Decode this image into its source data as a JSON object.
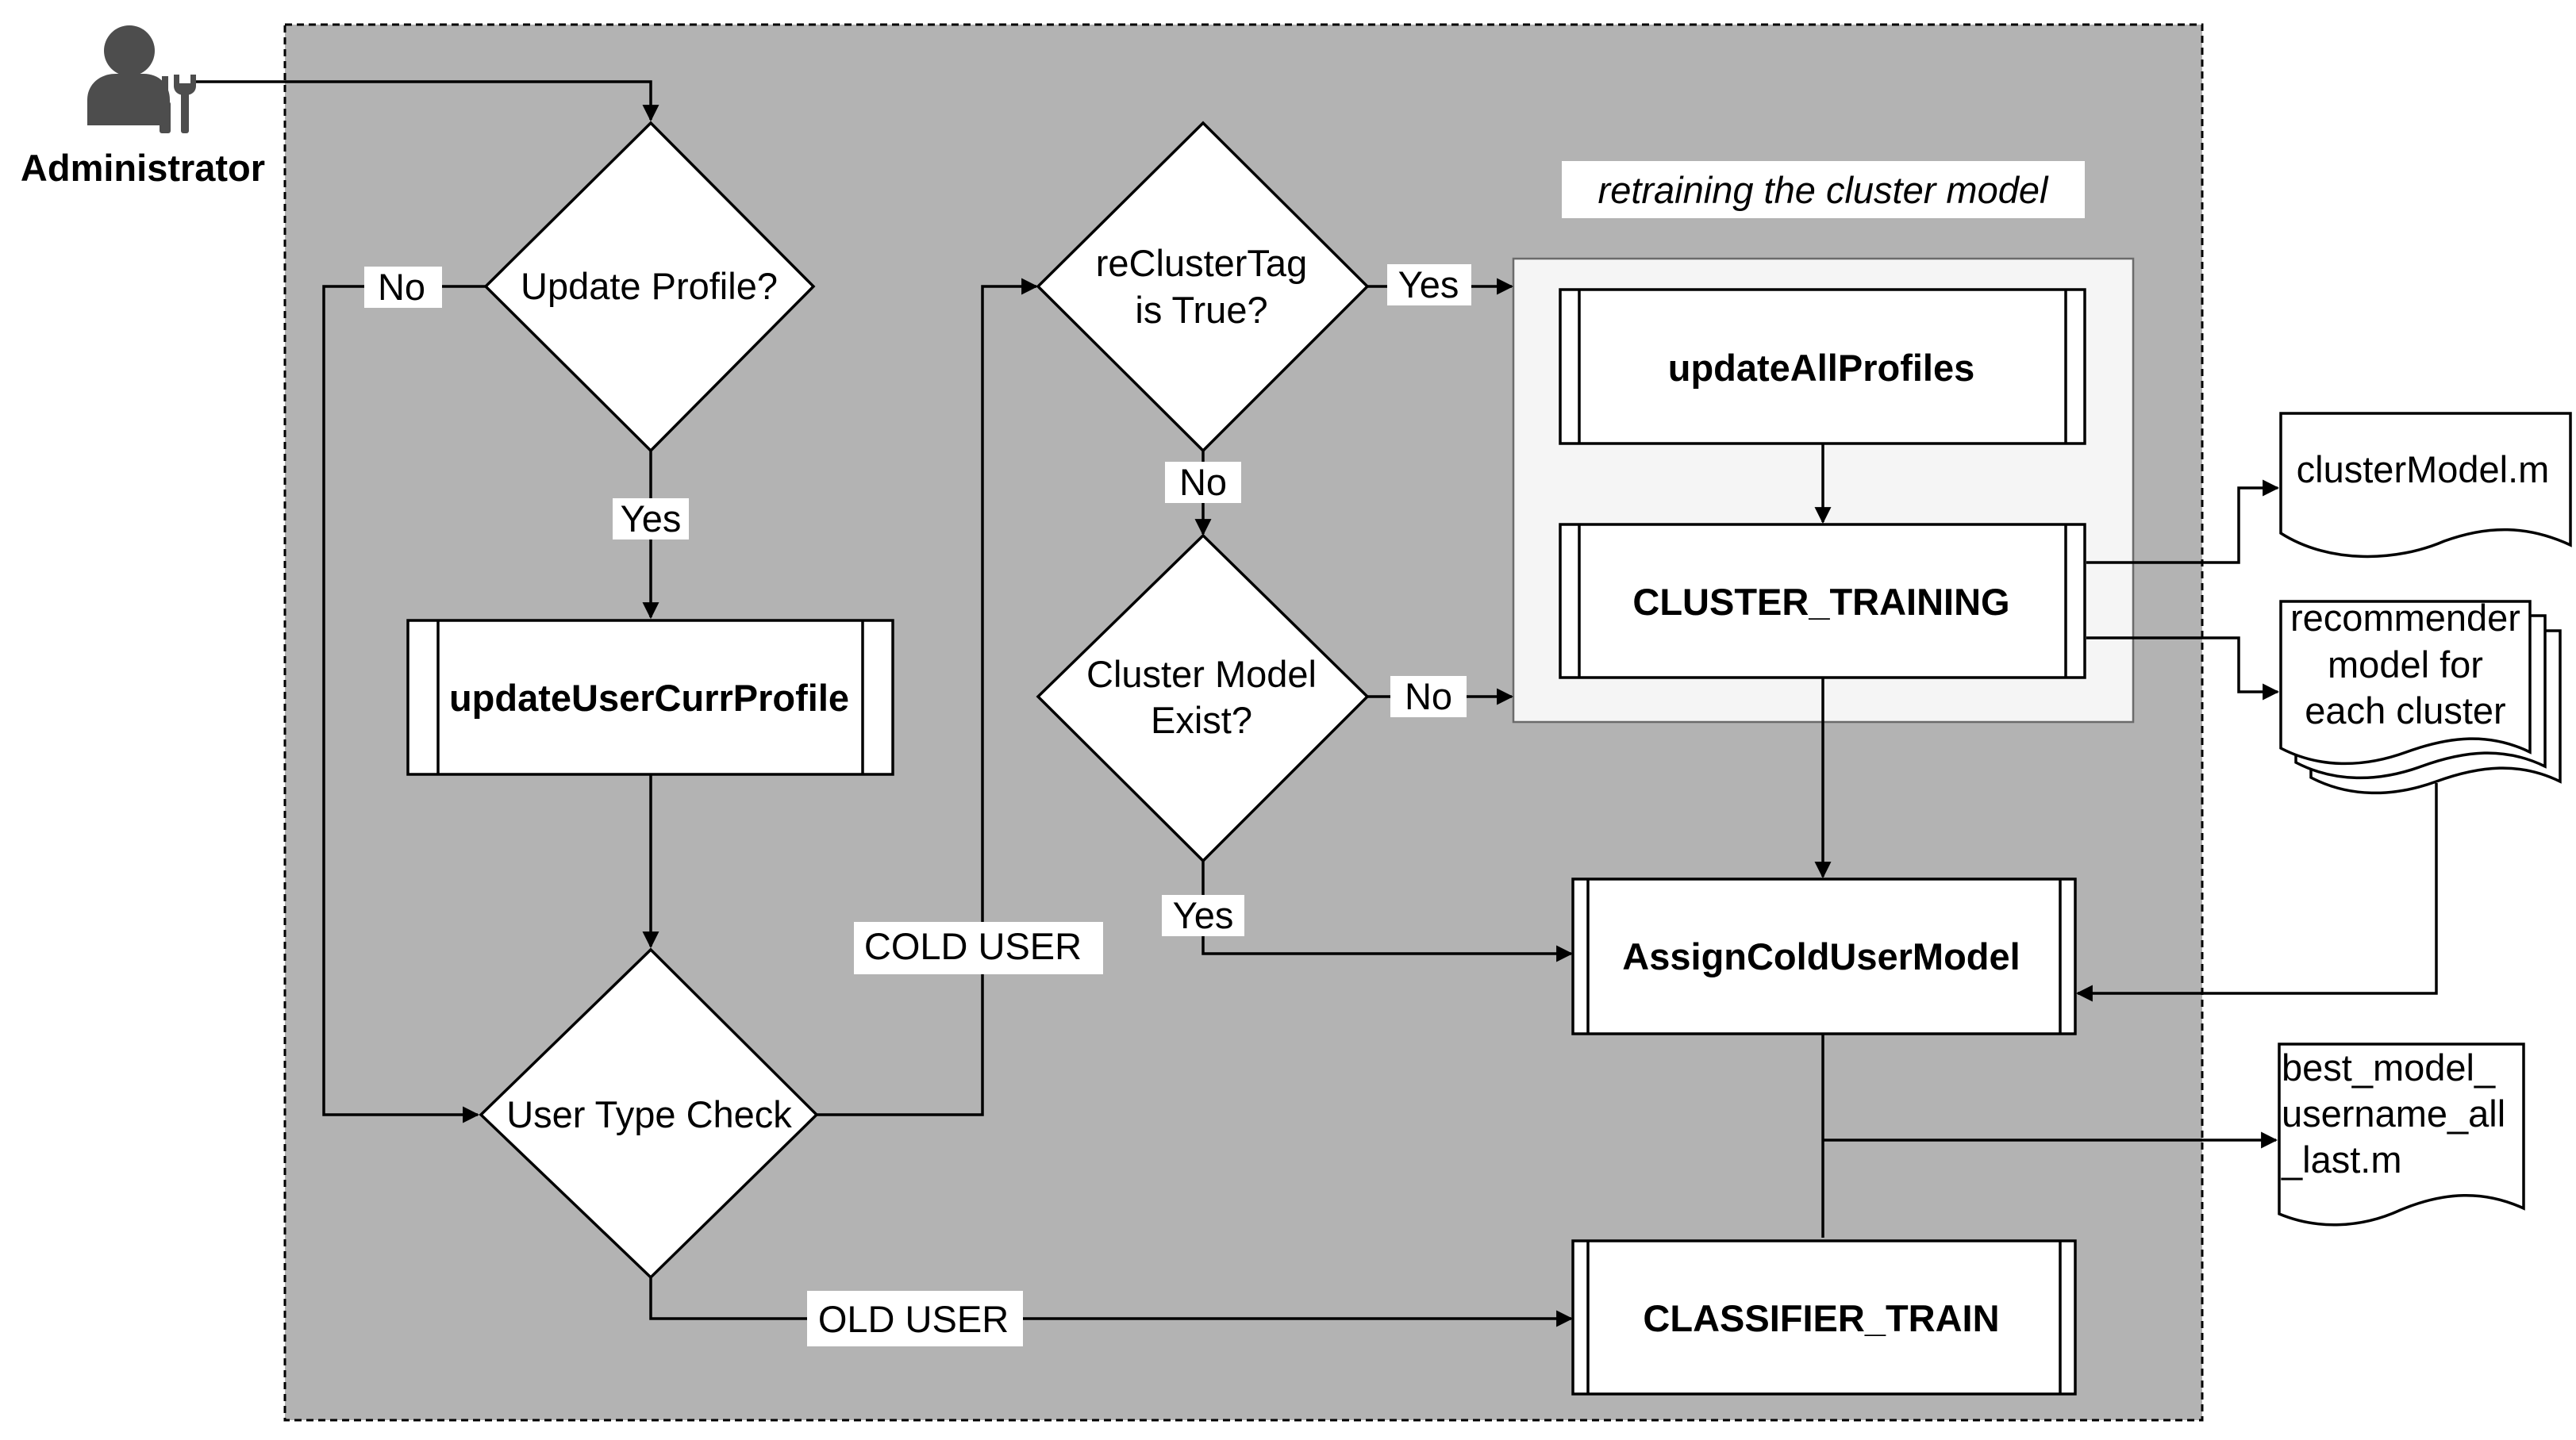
{
  "actor": {
    "label": "Administrator",
    "icon": "administrator-tools-icon"
  },
  "group": {
    "title": "retraining the cluster model"
  },
  "decisions": {
    "update_profile": "Update Profile?",
    "recluster_tag_line1": "reClusterTag",
    "recluster_tag_line2": "is True?",
    "cluster_model_exist_line1": "Cluster Model",
    "cluster_model_exist_line2": "Exist?",
    "user_type_check": "User Type Check"
  },
  "processes": {
    "update_user_curr_profile": "updateUserCurrProfile",
    "update_all_profiles": "updateAllProfiles",
    "cluster_training": "CLUSTER_TRAINING",
    "assign_cold_user_model": "AssignColdUserModel",
    "classifier_train": "CLASSIFIER_TRAIN"
  },
  "documents": {
    "cluster_model": "clusterModel.m",
    "recommender_line1": "recommender",
    "recommender_line2": "model for",
    "recommender_line3": "each cluster",
    "best_model_line1": "best_model_",
    "best_model_line2": "username_all",
    "best_model_line3": "_last.m"
  },
  "edge_labels": {
    "update_profile_no": "No",
    "update_profile_yes": "Yes",
    "recluster_yes": "Yes",
    "recluster_no": "No",
    "cluster_exist_no": "No",
    "cluster_exist_yes": "Yes",
    "cold_user": "COLD USER",
    "old_user": "OLD USER"
  },
  "colors": {
    "container_fill": "#b3b3b3",
    "group_fill": "#f5f5f5",
    "node_fill": "#ffffff",
    "stroke": "#000000",
    "icon_fill": "#4d4d4d"
  }
}
